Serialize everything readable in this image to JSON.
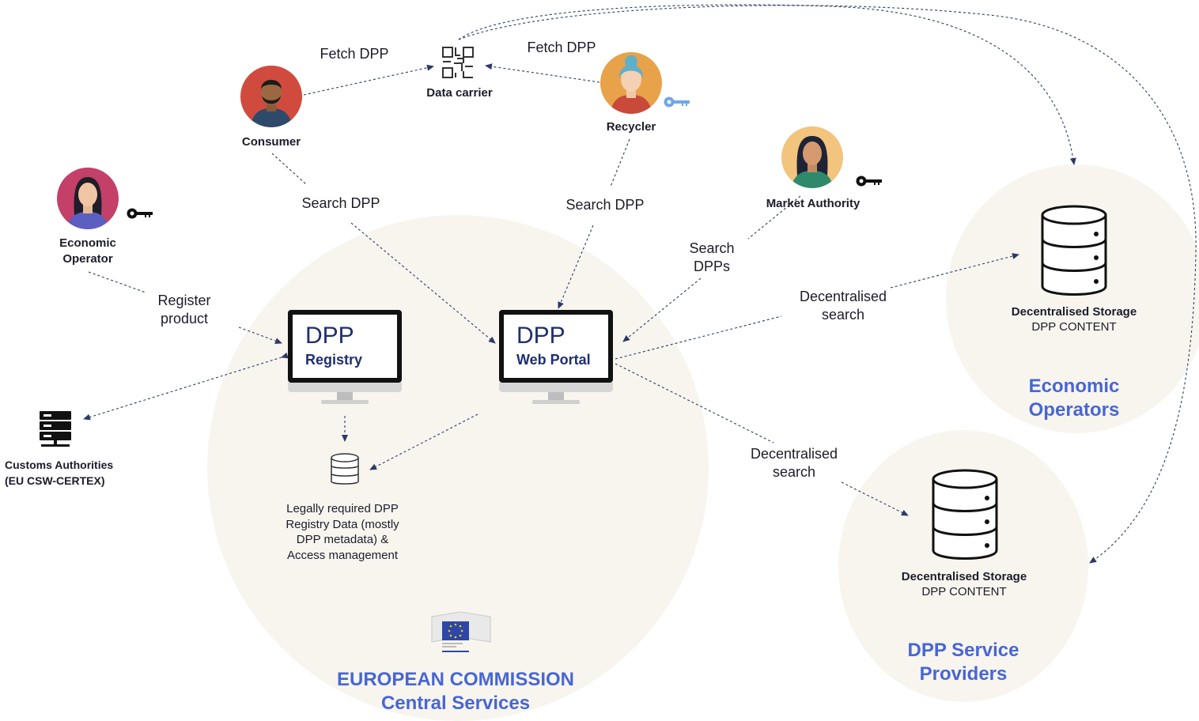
{
  "actors": {
    "consumer": "Consumer",
    "recycler": "Recycler",
    "market_authority": "Market Authority",
    "economic_operator": "Economic\nOperator",
    "customs": "Customs Authorities\n(EU CSW-CERTEX)"
  },
  "data_carrier": "Data carrier",
  "actions": {
    "fetch_dpp_left": "Fetch DPP",
    "fetch_dpp_right": "Fetch DPP",
    "search_dpp_consumer": "Search DPP",
    "search_dpp_recycler": "Search DPP",
    "search_dpps": "Search\nDPPs",
    "register_product": "Register\nproduct",
    "decentralised_search_top": "Decentralised\nsearch",
    "decentralised_search_bottom": "Decentralised\nsearch"
  },
  "registry": {
    "title": "DPP",
    "subtitle": "Registry"
  },
  "portal": {
    "title": "DPP",
    "subtitle": "Web Portal"
  },
  "registry_db_caption": "Legally required DPP\nRegistry Data (mostly\nDPP metadata) &\nAccess management",
  "storage_eo": {
    "title": "Decentralised Storage",
    "subtitle": "DPP CONTENT",
    "region": "Economic\nOperators"
  },
  "storage_sp": {
    "title": "Decentralised Storage",
    "subtitle": "DPP CONTENT",
    "region": "DPP Service\nProviders"
  },
  "commission": {
    "line1": "EUROPEAN COMMISSION",
    "line2": "Central Services"
  },
  "colors": {
    "accent_blue": "#4766d6",
    "navy": "#1d2f70",
    "region_fill": "#f8f5ef",
    "arrow": "#2b3a66"
  },
  "icons": [
    "qr-code-icon",
    "key-icon",
    "server-icon",
    "database-icon",
    "eu-flag-icon"
  ]
}
